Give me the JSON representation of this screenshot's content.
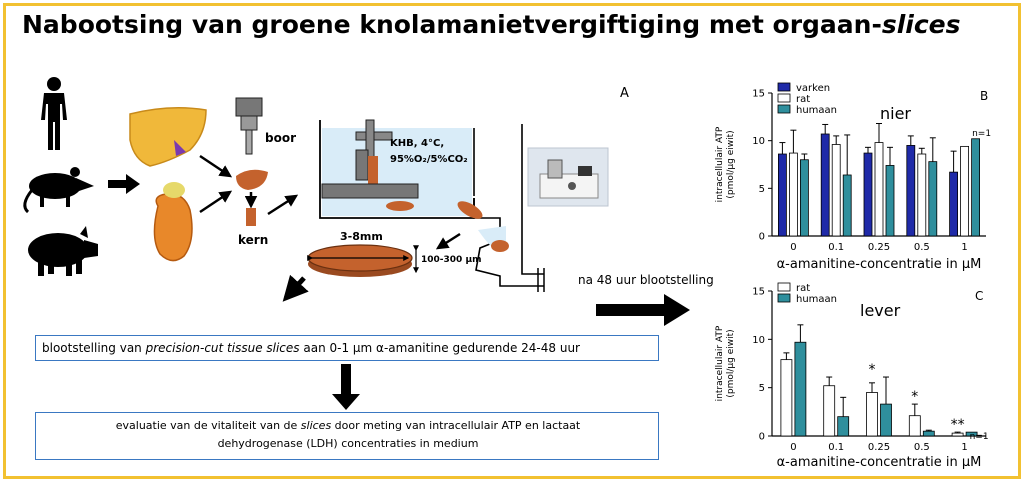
{
  "title": {
    "main": "Nabootsing van groene knolamanietvergiftiging met orgaan-",
    "italic": "slices"
  },
  "diagram": {
    "panel_a_label": "A",
    "boor_label": "boor",
    "kern_label": "kern",
    "chamber_line1": "KHB, 4°C,",
    "chamber_line2": "95%O₂/5%CO₂",
    "slice_diameter": "3-8mm",
    "slice_thickness": "100-300 μm",
    "exposure_arrow_label": "na 48 uur blootstelling"
  },
  "step1": {
    "pre": "blootstelling van ",
    "italic": "precision-cut tissue slices",
    "post": " aan 0-1 μm α-amanitine gedurende 24-48 uur"
  },
  "step2": {
    "line1_pre": "evaluatie van de vitaliteit van de ",
    "line1_italic": "slices",
    "line1_post": " door meting van intracellulair ATP en lactaat",
    "line2": "dehydrogenase (LDH) concentraties in medium"
  },
  "colors": {
    "frame": "#f2c131",
    "box_border": "#3a78c2",
    "organ_slice": "#c4622d",
    "varken": "#1f2aa8",
    "rat": "#ffffff",
    "humaan": "#2f8f9d"
  },
  "chart_data": [
    {
      "type": "bar",
      "panel": "B",
      "organ_label": "nier",
      "categories": [
        "0",
        "0.1",
        "0.25",
        "0.5",
        "1"
      ],
      "xlabel": "α-amanitine-concentratie in μM",
      "ylabel_line1": "intracellulair ATP",
      "ylabel_line2": "(pmol/μg eiwit)",
      "ylim": [
        0,
        15
      ],
      "yticks": [
        "0",
        "5",
        "10",
        "15"
      ],
      "legend_position": "top-left",
      "annotations": [
        {
          "text": "n=1",
          "category": "1"
        }
      ],
      "series": [
        {
          "name": "varken",
          "values": [
            8.6,
            10.7,
            8.7,
            9.5,
            6.7
          ],
          "errors": [
            1.2,
            1.0,
            0.6,
            1.0,
            2.2
          ]
        },
        {
          "name": "rat",
          "values": [
            8.7,
            9.6,
            9.8,
            8.6,
            9.4
          ],
          "errors": [
            2.4,
            0.9,
            2.0,
            0.6,
            0.0
          ]
        },
        {
          "name": "humaan",
          "values": [
            8.0,
            6.4,
            7.4,
            7.8,
            10.2
          ],
          "errors": [
            0.6,
            4.2,
            1.9,
            2.5,
            0.0
          ]
        }
      ]
    },
    {
      "type": "bar",
      "panel": "C",
      "organ_label": "lever",
      "categories": [
        "0",
        "0.1",
        "0.25",
        "0.5",
        "1"
      ],
      "xlabel": "α-amanitine-concentratie in μM",
      "ylabel_line1": "intracellulair ATP",
      "ylabel_line2": "(pmol/μg eiwit)",
      "ylim": [
        0,
        15
      ],
      "yticks": [
        "0",
        "5",
        "10",
        "15"
      ],
      "legend_position": "top-left",
      "annotations": [
        {
          "text": "*",
          "category": "0.25"
        },
        {
          "text": "*",
          "category": "0.5"
        },
        {
          "text": "**",
          "category": "1"
        },
        {
          "text": "n=1",
          "category": "1"
        }
      ],
      "series": [
        {
          "name": "rat",
          "values": [
            7.9,
            5.2,
            4.5,
            2.1,
            0.3
          ],
          "errors": [
            0.7,
            0.9,
            1.0,
            1.2,
            0.1
          ]
        },
        {
          "name": "humaan",
          "values": [
            9.7,
            2.0,
            3.3,
            0.5,
            0.4
          ],
          "errors": [
            1.8,
            2.0,
            2.8,
            0.1,
            0.0
          ]
        }
      ]
    }
  ]
}
